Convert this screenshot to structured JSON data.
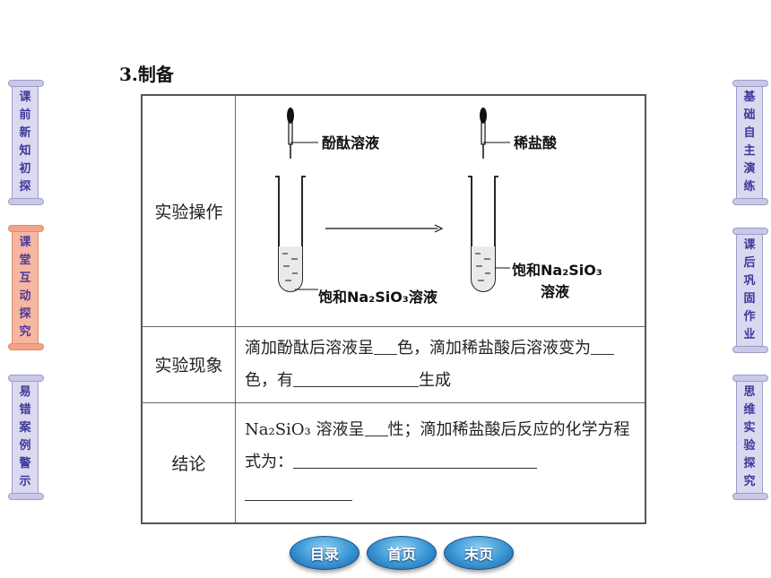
{
  "left_nav": [
    {
      "label": "课前新知初探",
      "active": false
    },
    {
      "label": "课堂互动探究",
      "active": true
    },
    {
      "label": "易错案例警示",
      "active": false
    }
  ],
  "right_nav": [
    {
      "label": "基础自主演练"
    },
    {
      "label": "课后巩固作业"
    },
    {
      "label": "思维实验探究"
    }
  ],
  "section_title": "3.制备",
  "table": {
    "operation": {
      "label": "实验操作",
      "dropper1": "酚酞溶液",
      "dropper2": "稀盐酸",
      "tube1_label": "饱和Na₂SiO₃溶液",
      "tube2_label_line1": "饱和Na₂SiO₃",
      "tube2_label_line2": "溶液"
    },
    "phenomenon": {
      "label": "实验现象",
      "p1": "滴加酚酞后溶液呈",
      "p2": "色，滴加稀盐酸后溶液变为",
      "p3": "色，有",
      "p4": "生成"
    },
    "conclusion": {
      "label": "结论",
      "c_formula": "Na₂SiO₃",
      "c1": " 溶液呈",
      "c2": "性；滴加稀盐酸后反应的化学方程式为："
    }
  },
  "bottom_nav": {
    "toc": "目录",
    "first": "首页",
    "last": "末页"
  }
}
